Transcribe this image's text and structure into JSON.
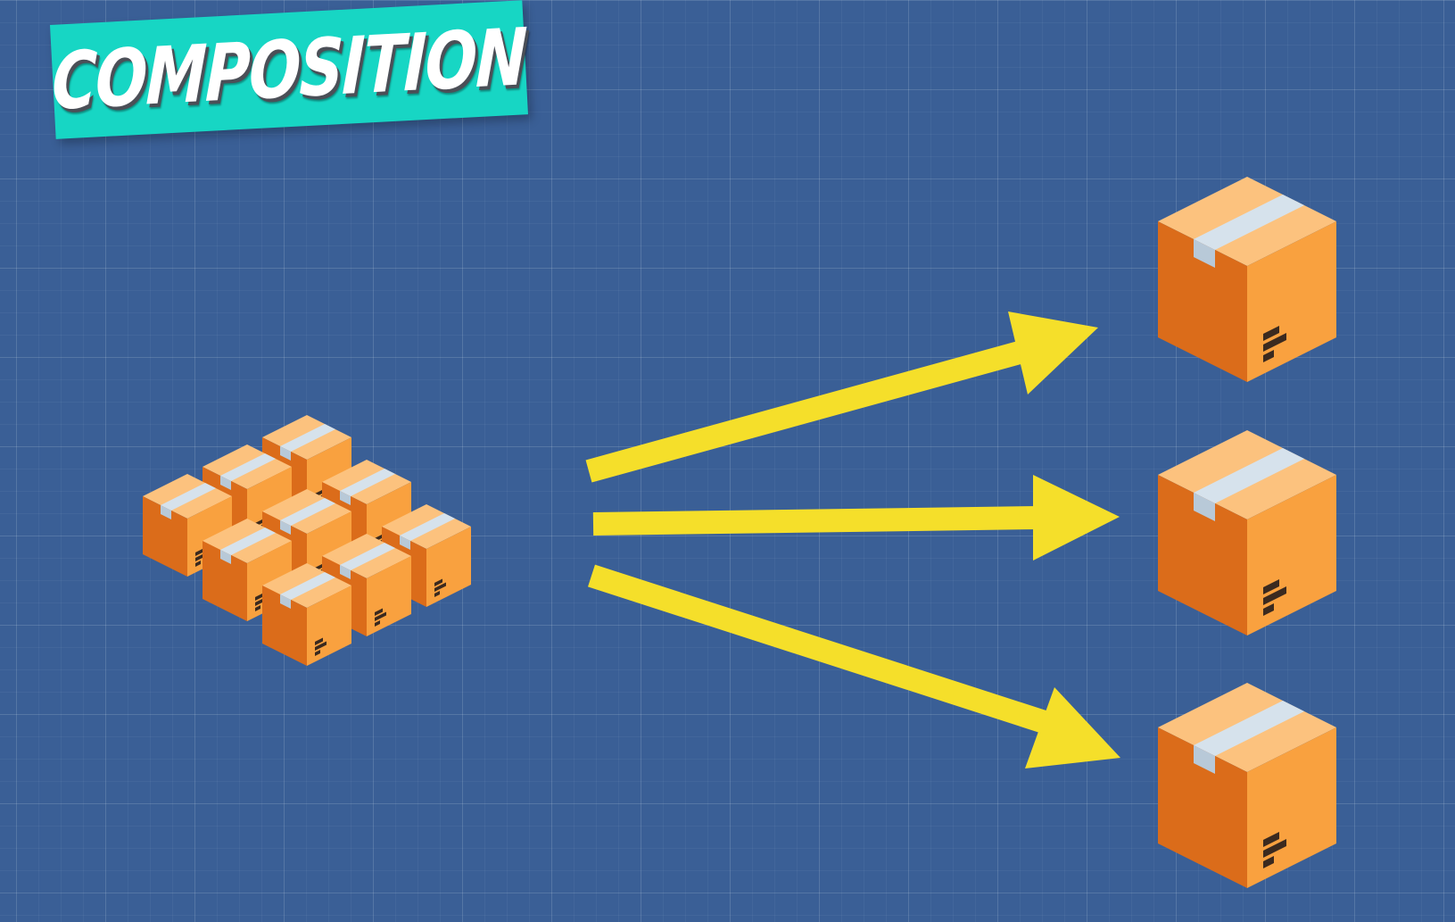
{
  "title": {
    "text": "COMPOSITION",
    "banner_color": "#17d6c4"
  },
  "colors": {
    "background": "#3a5f96",
    "arrow": "#f5df2a",
    "box_top": "#fcc27e",
    "box_left": "#db6c1a",
    "box_right": "#f9a13f",
    "box_tape": "#d6e2ec",
    "box_mark": "#3b2a1f"
  },
  "diagram": {
    "source": {
      "icon": "box-cluster-icon",
      "box_count": 9
    },
    "targets": [
      {
        "icon": "box-icon"
      },
      {
        "icon": "box-icon"
      },
      {
        "icon": "box-icon"
      }
    ],
    "arrow_count": 3
  }
}
